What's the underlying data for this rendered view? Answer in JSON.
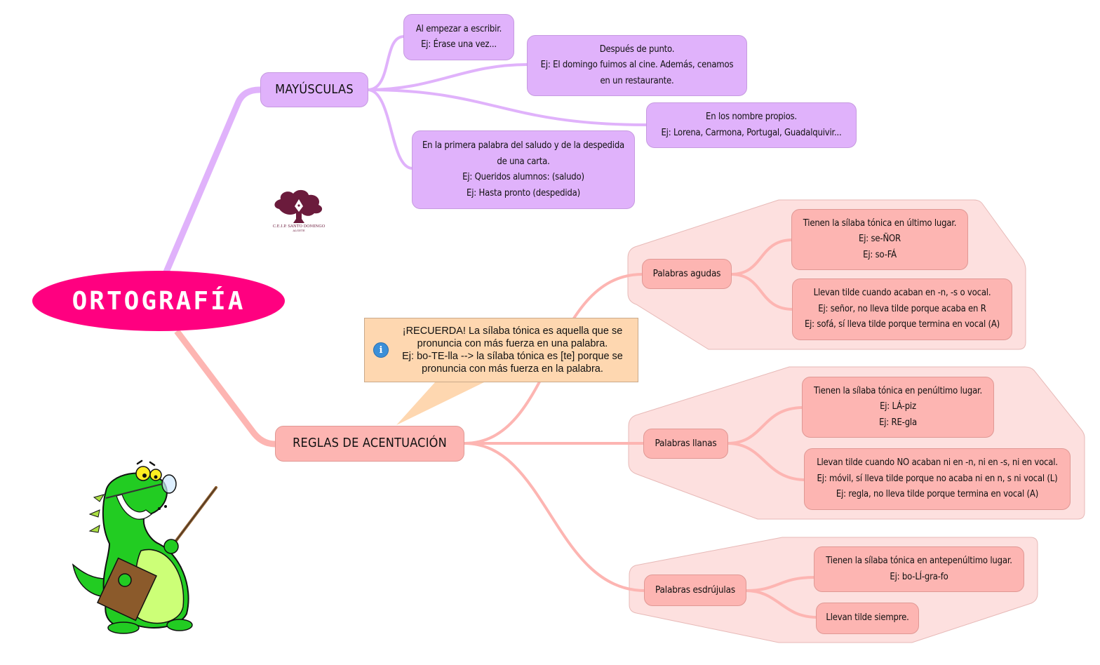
{
  "central": {
    "label": "ORTOGRAFÍA",
    "color": "#ff0080"
  },
  "logo": {
    "name": "C.E.I.P. SANTO DOMINGO",
    "subtitle": "ALGETE"
  },
  "branches": {
    "mayusculas": {
      "label": "MAYÚSCULAS",
      "color": "#e0b2fb",
      "children": [
        {
          "lines": [
            "Al empezar a escribir.",
            "Ej: Érase una vez..."
          ]
        },
        {
          "lines": [
            "Después de punto.",
            "Ej: El domingo fuimos al cine. Además, cenamos",
            "en un restaurante."
          ]
        },
        {
          "lines": [
            "En los nombre propios.",
            "Ej: Lorena, Carmona, Portugal, Guadalquivir..."
          ]
        },
        {
          "lines": [
            "En la primera palabra del saludo y de la despedida",
            "de una carta.",
            "Ej: Queridos alumnos: (saludo)",
            "Ej: Hasta pronto (despedida)"
          ]
        }
      ]
    },
    "acentuacion": {
      "label": "REGLAS DE ACENTUACIÓN",
      "color": "#fdb5b2",
      "note": {
        "icon": "info-icon",
        "lines": [
          "¡RECUERDA! La sílaba tónica es aquella que se",
          "pronuncia con más fuerza en una palabra.",
          "Ej: bo-TE-lla --> la sílaba tónica es [te] porque se",
          "pronuncia con más fuerza en la palabra."
        ]
      },
      "groups": [
        {
          "label": "Palabras agudas",
          "children": [
            {
              "lines": [
                "Tienen la sílaba tónica en último lugar.",
                "Ej: se-ÑOR",
                "Ej: so-FÁ"
              ]
            },
            {
              "lines": [
                "Llevan tilde cuando acaban en -n, -s o vocal.",
                "Ej: señor, no lleva tilde porque acaba en R",
                "Ej: sofá, sí lleva tilde porque termina en vocal (A)"
              ]
            }
          ]
        },
        {
          "label": "Palabras llanas",
          "children": [
            {
              "lines": [
                "Tienen la sílaba tónica en penúltimo lugar.",
                "Ej: LÁ-piz",
                "Ej: RE-gla"
              ]
            },
            {
              "lines": [
                "Llevan tilde cuando NO acaban ni en -n, ni en -s, ni en vocal.",
                "Ej: móvil, sí lleva tilde porque no acaba ni en n, s ni vocal (L)",
                "Ej: regla, no lleva tilde porque termina en vocal (A)"
              ]
            }
          ]
        },
        {
          "label": "Palabras esdrújulas",
          "children": [
            {
              "lines": [
                "Tienen la sílaba tónica en antepenúltimo lugar.",
                "Ej: bo-LÍ-gra-fo"
              ]
            },
            {
              "lines": [
                "Llevan tilde siempre."
              ]
            }
          ]
        }
      ]
    }
  }
}
